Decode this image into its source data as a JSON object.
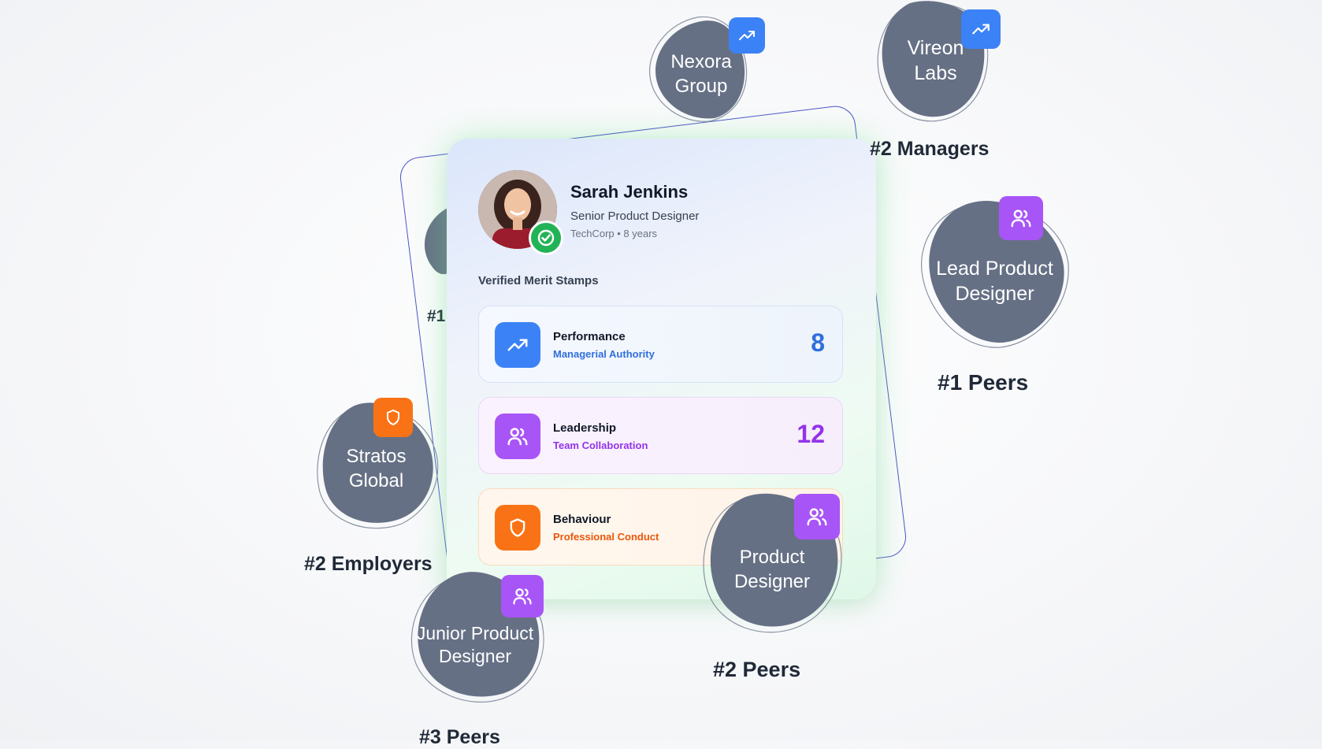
{
  "profile": {
    "name": "Sarah Jenkins",
    "title": "Senior Product Designer",
    "company_line": "TechCorp • 8 years"
  },
  "merit": {
    "section_title": "Verified Merit Stamps",
    "stamps": [
      {
        "title": "Performance",
        "subtitle": "Managerial Authority",
        "value": "8",
        "icon": "trending-up-icon",
        "color": "#3b82f6"
      },
      {
        "title": "Leadership",
        "subtitle": "Team Collaboration",
        "value": "12",
        "icon": "users-icon",
        "color": "#a855f7"
      },
      {
        "title": "Behaviour",
        "subtitle": "Professional Conduct",
        "icon": "shield-icon",
        "color": "#f97316"
      }
    ]
  },
  "nodes": {
    "nexora": {
      "label_1": "Nexora",
      "label_2": "Group",
      "icon": "trending-up-icon"
    },
    "vireon": {
      "label_1": "Vireon",
      "label_2": "Labs",
      "icon": "trending-up-icon",
      "caption": "#2 Managers"
    },
    "lead_pd": {
      "label_1": "Lead Product",
      "label_2": "Designer",
      "icon": "users-icon",
      "caption": "#1 Peers"
    },
    "stratos": {
      "label_1": "Stratos",
      "label_2": "Global",
      "icon": "shield-icon",
      "caption": "#2 Employers"
    },
    "pd": {
      "label_1": "Product",
      "label_2": "Designer",
      "icon": "users-icon",
      "caption": "#2 Peers"
    },
    "junior_pd": {
      "label_1": "Junior Product",
      "label_2": "Designer",
      "icon": "users-icon",
      "caption": "#3 Peers"
    },
    "hidden": {
      "caption": "#1"
    }
  },
  "colors": {
    "blob": "#667085",
    "accent_blue": "#3b82f6",
    "accent_purple": "#a855f7",
    "accent_orange": "#f97316",
    "verified_green": "#22b357",
    "frame": "#4b55c8"
  }
}
